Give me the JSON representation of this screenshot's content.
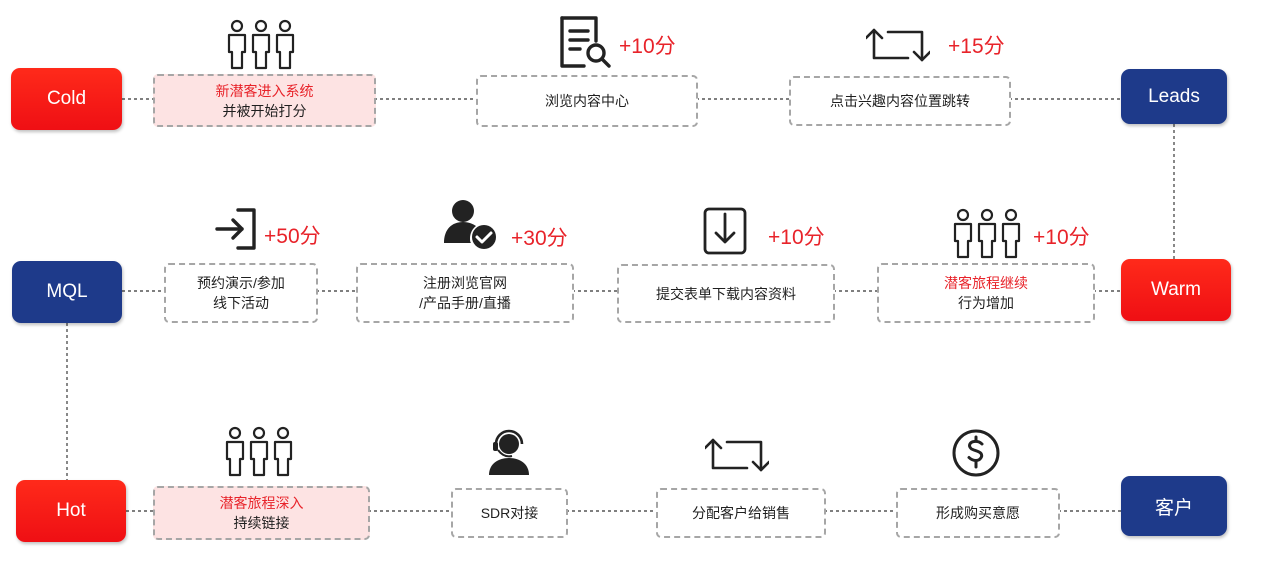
{
  "stages": {
    "cold": "Cold",
    "leads": "Leads",
    "warm": "Warm",
    "mql": "MQL",
    "hot": "Hot",
    "customer": "客户"
  },
  "row1": {
    "new_lead": {
      "line1": "新潜客进入系统",
      "line2": "并被开始打分"
    },
    "browse_content": {
      "label": "浏览内容中心",
      "score": "+10分"
    },
    "click_jump": {
      "label": "点击兴趣内容位置跳转",
      "score": "+15分"
    }
  },
  "row2": {
    "continue": {
      "line1": "潜客旅程继续",
      "line2": "行为增加",
      "score": "+10分"
    },
    "submit_form": {
      "label": "提交表单下载内容资料",
      "score": "+10分"
    },
    "register": {
      "line1": "注册浏览官网",
      "line2": "/产品手册/直播",
      "score": "+30分"
    },
    "reserve": {
      "line1": "预约演示/参加",
      "line2": "线下活动",
      "score": "+50分"
    }
  },
  "row3": {
    "deepen": {
      "line1": "潜客旅程深入",
      "line2": "持续链接"
    },
    "sdr": {
      "label": "SDR对接"
    },
    "assign": {
      "label": "分配客户给销售"
    },
    "intent": {
      "label": "形成购买意愿"
    }
  },
  "icons": {
    "people": "group-people-icon",
    "document_search": "document-search-icon",
    "cycle": "cycle-arrows-icon",
    "login": "login-icon",
    "user_check": "user-check-icon",
    "download": "download-icon",
    "headset": "headset-agent-icon",
    "dollar": "dollar-circle-icon"
  },
  "colors": {
    "red": "#ef0f14",
    "blue": "#1e3a8a",
    "score_red": "#e8232a",
    "pink": "#fde3e3"
  }
}
